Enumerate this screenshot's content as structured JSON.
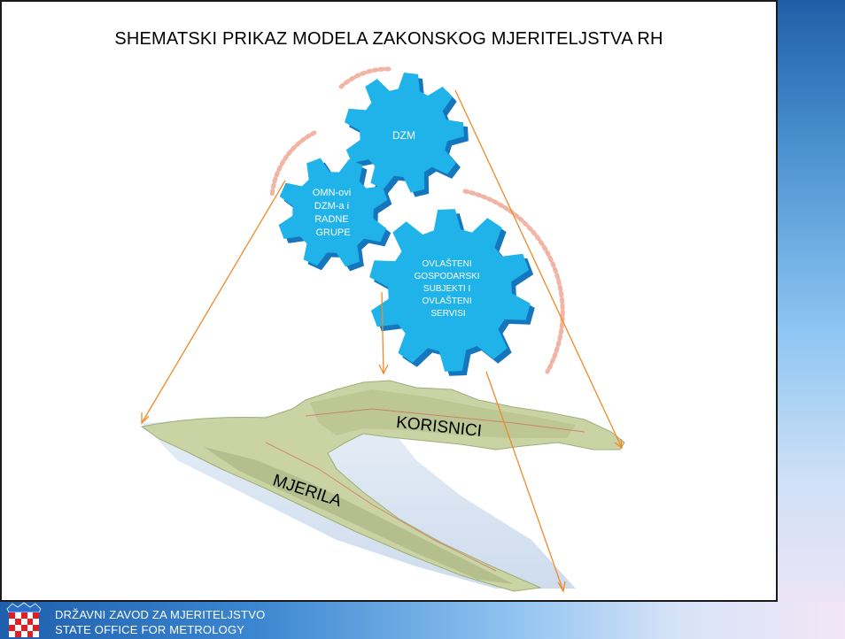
{
  "slide": {
    "title": "SHEMATSKI PRIKAZ MODELA ZAKONSKOG MJERITELJSTVA RH"
  },
  "diagram": {
    "gears": [
      {
        "id": "dzm",
        "lines": [
          "DZM"
        ]
      },
      {
        "id": "omn",
        "lines": [
          "OMN-ovi",
          "DZM-a i",
          "RADNE",
          "GRUPE"
        ]
      },
      {
        "id": "ovlasteni",
        "lines": [
          "OVLAŠTENI",
          "GOSPODARSKI",
          "SUBJEKTI I",
          "OVLAŠTENI",
          "SERVISI"
        ]
      }
    ],
    "map_labels": {
      "korisnici": "KORISNICI",
      "mjerila": "MJERILA"
    },
    "colors": {
      "gear_fill": "#1fb3ea",
      "gear_tooth": "#1676bd",
      "arrow": "#ee8a2b",
      "arc": "#f2b5a5"
    }
  },
  "footer": {
    "line1": "DRŽAVNI ZAVOD ZA MJERITELJSTVO",
    "line2": "STATE OFFICE FOR METROLOGY",
    "logo_icon": "croatian-coat-of-arms-icon"
  }
}
